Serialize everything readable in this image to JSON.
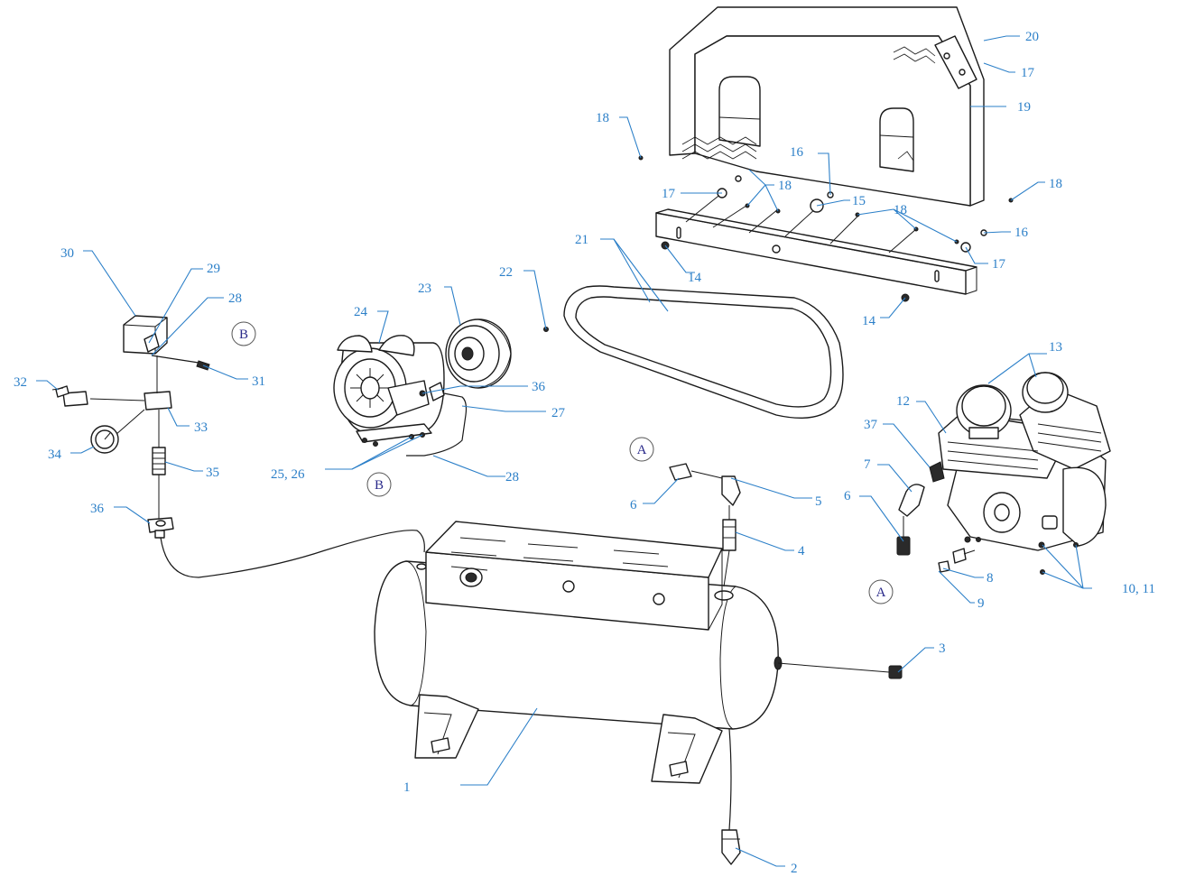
{
  "callouts": [
    {
      "id": "c1",
      "label": "1"
    },
    {
      "id": "c2",
      "label": "2"
    },
    {
      "id": "c3",
      "label": "3"
    },
    {
      "id": "c4",
      "label": "4"
    },
    {
      "id": "c5",
      "label": "5"
    },
    {
      "id": "c6a",
      "label": "6"
    },
    {
      "id": "c6b",
      "label": "6"
    },
    {
      "id": "c7",
      "label": "7"
    },
    {
      "id": "c8",
      "label": "8"
    },
    {
      "id": "c9",
      "label": "9"
    },
    {
      "id": "c1011",
      "label": "10, 11"
    },
    {
      "id": "c12",
      "label": "12"
    },
    {
      "id": "c13",
      "label": "13"
    },
    {
      "id": "c14a",
      "label": "14"
    },
    {
      "id": "c14b",
      "label": "14"
    },
    {
      "id": "c15",
      "label": "15"
    },
    {
      "id": "c16a",
      "label": "16"
    },
    {
      "id": "c16b",
      "label": "16"
    },
    {
      "id": "c17a",
      "label": "17"
    },
    {
      "id": "c17b",
      "label": "17"
    },
    {
      "id": "c17c",
      "label": "17"
    },
    {
      "id": "c18a",
      "label": "18"
    },
    {
      "id": "c18b",
      "label": "18"
    },
    {
      "id": "c18c",
      "label": "18"
    },
    {
      "id": "c18d",
      "label": "18"
    },
    {
      "id": "c19",
      "label": "19"
    },
    {
      "id": "c20",
      "label": "20"
    },
    {
      "id": "c21",
      "label": "21"
    },
    {
      "id": "c22",
      "label": "22"
    },
    {
      "id": "c23",
      "label": "23"
    },
    {
      "id": "c24",
      "label": "24"
    },
    {
      "id": "c2526",
      "label": "25, 26"
    },
    {
      "id": "c27",
      "label": "27"
    },
    {
      "id": "c28a",
      "label": "28"
    },
    {
      "id": "c28b",
      "label": "28"
    },
    {
      "id": "c29",
      "label": "29"
    },
    {
      "id": "c30",
      "label": "30"
    },
    {
      "id": "c31",
      "label": "31"
    },
    {
      "id": "c32",
      "label": "32"
    },
    {
      "id": "c33",
      "label": "33"
    },
    {
      "id": "c34",
      "label": "34"
    },
    {
      "id": "c35",
      "label": "35"
    },
    {
      "id": "c36a",
      "label": "36"
    },
    {
      "id": "c36b",
      "label": "36"
    },
    {
      "id": "c37",
      "label": "37"
    }
  ],
  "connection_refs": {
    "a_top": "A",
    "a_bottom": "A",
    "b_top": "B",
    "b_bottom": "B"
  },
  "colors": {
    "callout": "#2b7fc8",
    "ref_letter": "#2a2a8a",
    "line_art": "#1a1a1a"
  }
}
